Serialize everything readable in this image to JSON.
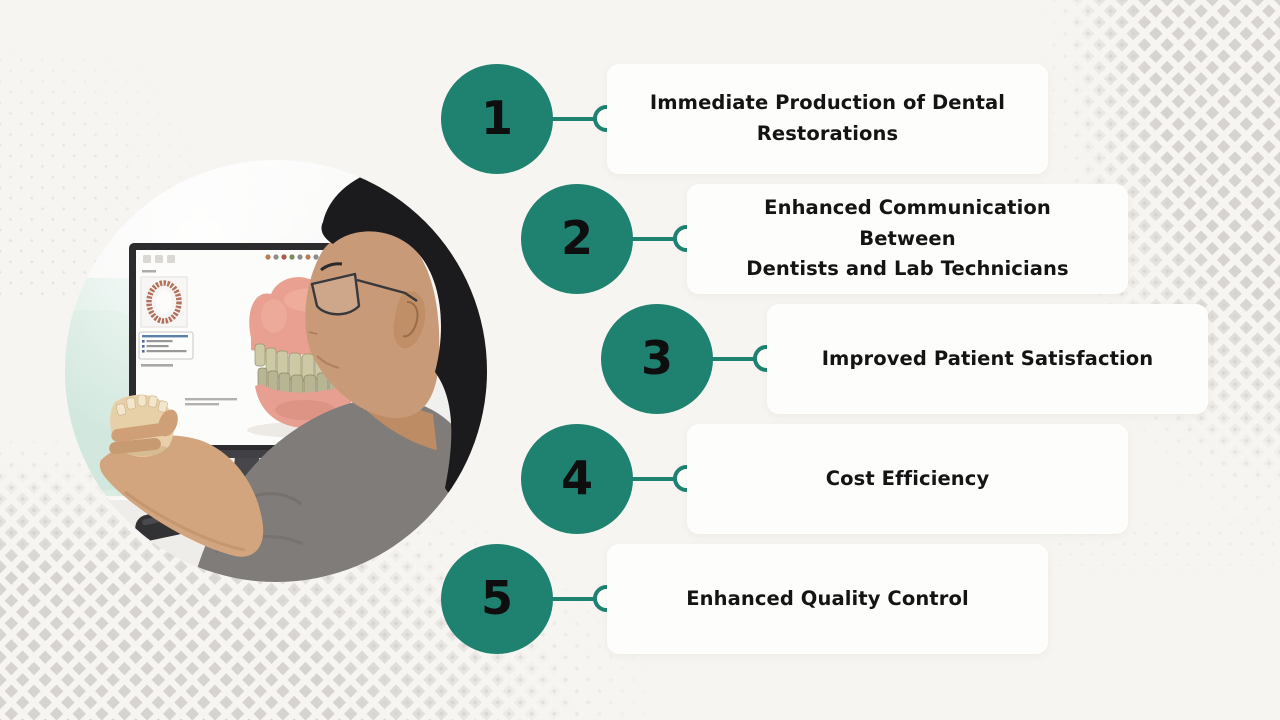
{
  "theme": {
    "background": "#f7f5f1",
    "accent_teal": "#1f8170",
    "card_background": "#fdfdfb",
    "text_color": "#141414",
    "halftone_gray": "#d6d3d0"
  },
  "photo": {
    "description": "Dental technician wearing glasses holding a dental cast while reviewing a 3D denture model in CAD software on a desktop monitor"
  },
  "steps": [
    {
      "number": "1",
      "label": "Immediate Production of Dental\nRestorations"
    },
    {
      "number": "2",
      "label": "Enhanced Communication Between\nDentists and Lab Technicians"
    },
    {
      "number": "3",
      "label": "Improved Patient Satisfaction"
    },
    {
      "number": "4",
      "label": "Cost Efficiency"
    },
    {
      "number": "5",
      "label": "Enhanced Quality Control"
    }
  ]
}
